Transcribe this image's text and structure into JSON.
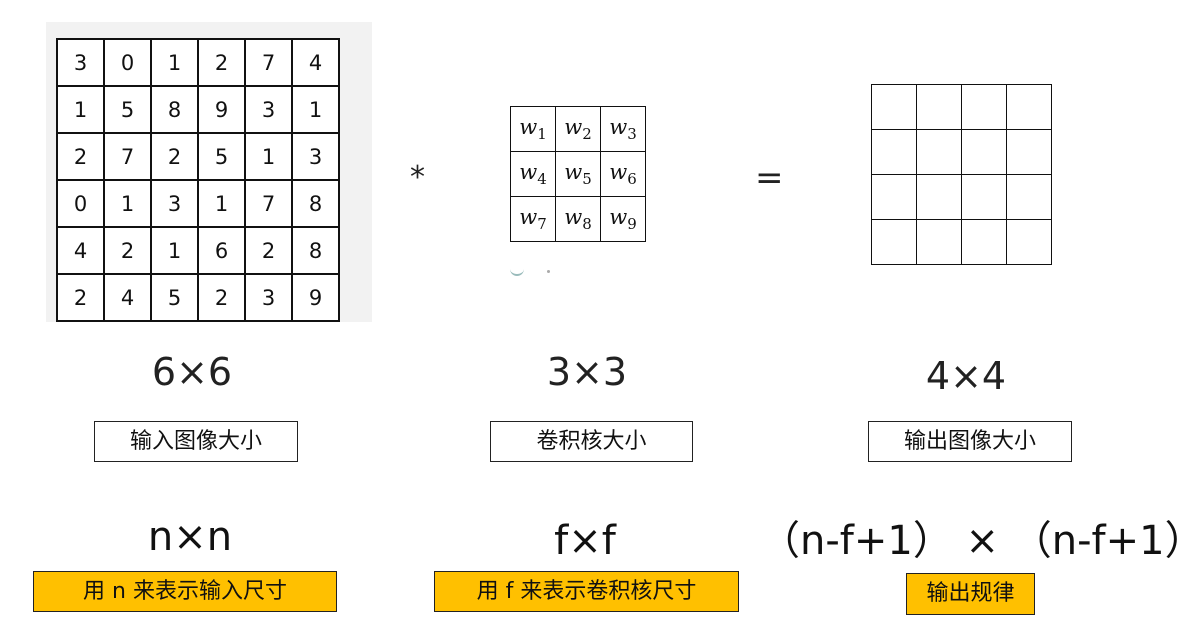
{
  "input_matrix": {
    "rows": [
      [
        "3",
        "0",
        "1",
        "2",
        "7",
        "4"
      ],
      [
        "1",
        "5",
        "8",
        "9",
        "3",
        "1"
      ],
      [
        "2",
        "7",
        "2",
        "5",
        "1",
        "3"
      ],
      [
        "0",
        "1",
        "3",
        "1",
        "7",
        "8"
      ],
      [
        "4",
        "2",
        "1",
        "6",
        "2",
        "8"
      ],
      [
        "2",
        "4",
        "5",
        "2",
        "3",
        "9"
      ]
    ]
  },
  "operators": {
    "convolution": "*",
    "equals": "="
  },
  "kernel": {
    "letter": "w",
    "indices": [
      [
        "1",
        "2",
        "3"
      ],
      [
        "4",
        "5",
        "6"
      ],
      [
        "7",
        "8",
        "9"
      ]
    ]
  },
  "output_matrix": {
    "rows": 4,
    "cols": 4
  },
  "dimensions": {
    "input": "6×6",
    "kernel": "3×3",
    "output": "4×4"
  },
  "captions": {
    "input": "输入图像大小",
    "kernel": "卷积核大小",
    "output": "输出图像大小"
  },
  "formulas": {
    "input": "n×n",
    "kernel": "f×f",
    "output": "（n-f+1） ×  （n-f+1）"
  },
  "notes": {
    "input": "用 n 来表示输入尺寸",
    "kernel": "用 f 来表示卷积核尺寸",
    "output": "输出规律"
  },
  "colors": {
    "highlight": "#ffc000",
    "grid_line": "#111111"
  }
}
